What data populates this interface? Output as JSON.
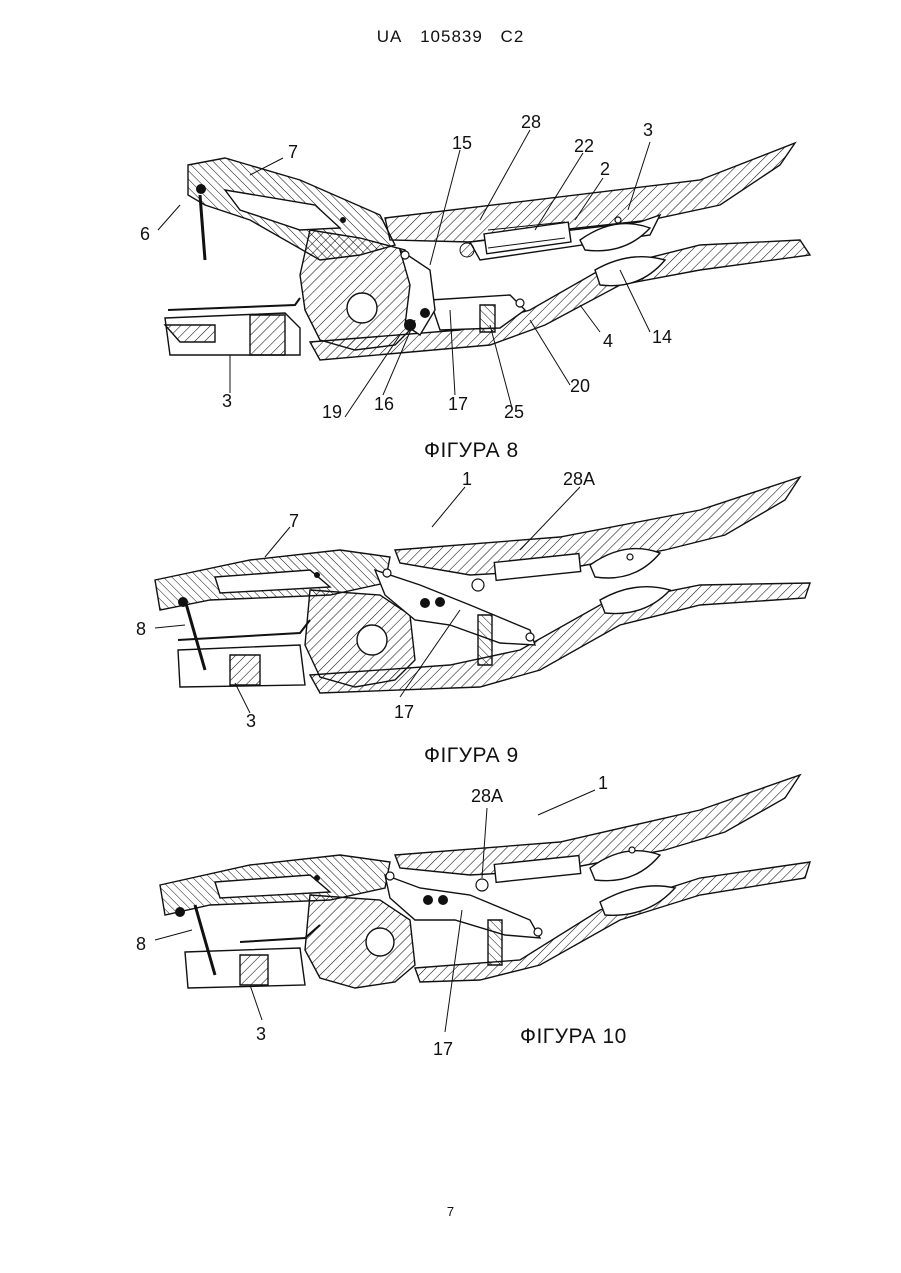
{
  "header": {
    "office": "UA",
    "number": "105839",
    "kind": "C2"
  },
  "figures": [
    {
      "caption": "ФІГУРА 8",
      "labels": [
        "7",
        "15",
        "28",
        "22",
        "2",
        "3",
        "6",
        "4",
        "14",
        "20",
        "3",
        "19",
        "16",
        "17",
        "25"
      ]
    },
    {
      "caption": "ФІГУРА 9",
      "labels": [
        "1",
        "28A",
        "7",
        "8",
        "3",
        "17"
      ]
    },
    {
      "caption": "ФІГУРА 10",
      "labels": [
        "28A",
        "1",
        "8",
        "3",
        "17"
      ]
    }
  ],
  "page_number": "7",
  "colors": {
    "ink": "#111111",
    "paper": "#ffffff"
  }
}
